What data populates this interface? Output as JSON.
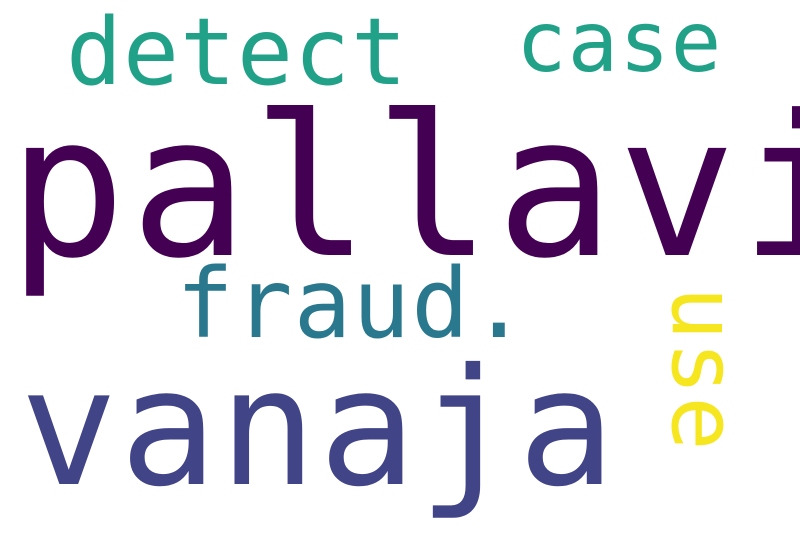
{
  "words": [
    {
      "id": "pallavi",
      "text": "pallavi",
      "color": "#440154"
    },
    {
      "id": "vanaja",
      "text": "vanaja",
      "color": "#414487"
    },
    {
      "id": "detect",
      "text": "detect",
      "color": "#22A189"
    },
    {
      "id": "case",
      "text": "case",
      "color": "#22A189"
    },
    {
      "id": "fraud",
      "text": "fraud.",
      "color": "#2A788E"
    },
    {
      "id": "use",
      "text": "use",
      "color": "#F6E620"
    }
  ]
}
